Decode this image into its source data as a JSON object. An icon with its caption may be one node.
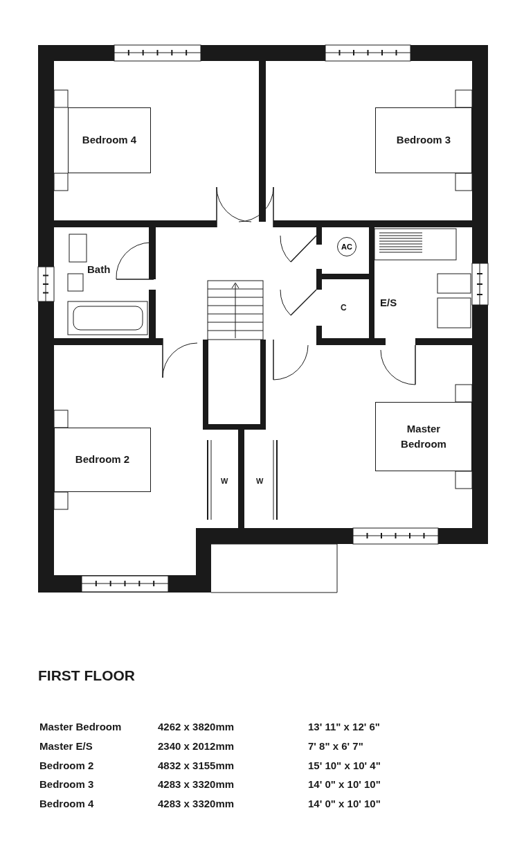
{
  "diagram": {
    "title": "FIRST FLOOR",
    "nodes": [
      {
        "text": [
          "Bedroom 4"
        ]
      },
      {
        "text": [
          "Bedroom 3"
        ]
      },
      {
        "text": [
          "AC"
        ]
      },
      {
        "text": [
          "Master Bedroom"
        ]
      },
      {
        "text": [
          "Bedroom 2"
        ]
      }
    ],
    "edges": [],
    "labels": [
      "Bath",
      "C",
      "E/S",
      "W",
      "W",
      "Master Bedroom",
      "4262 x 3820mm",
      "13' 11\" x 12' 6\"",
      "Master E/S",
      "2340 x 2012mm",
      "7' 8\" x 6' 7\"",
      "Bedroom 2",
      "4832 x 3155mm",
      "15' 10\" x 10' 4\"",
      "Bedroom 3",
      "4283 x 3320mm",
      "14' 0\" x 10' 10\"",
      "Bedroom 4",
      "4283 x 3320mm",
      "14' 0\" x 10' 10\""
    ]
  }
}
